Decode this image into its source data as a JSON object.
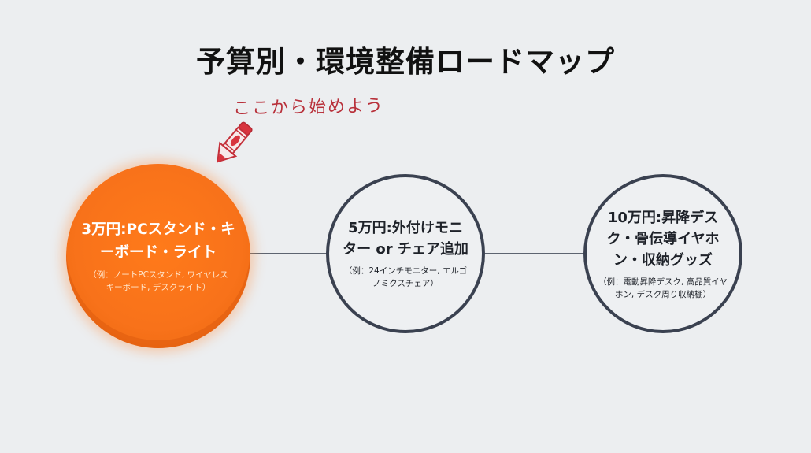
{
  "title": "予算別・環境整備ロードマップ",
  "annotation": {
    "text": "ここから始めよう",
    "icon": "crayon-arrow-icon",
    "color": "#b8303a"
  },
  "colors": {
    "background": "#eceef0",
    "accent_orange": "#f8721a",
    "outline": "#3a4150",
    "connector": "#5d6470"
  },
  "steps": [
    {
      "budget_label": "3万円:PCスタンド・キーボード・ライト",
      "example": "（例：ノートPCスタンド, ワイヤレスキーボード, デスクライト）",
      "style": "filled-orange"
    },
    {
      "budget_label": "5万円:外付けモニター or チェア追加",
      "example": "（例：24インチモニター, エルゴノミクスチェア）",
      "style": "outline"
    },
    {
      "budget_label": "10万円:昇降デスク・骨伝導イヤホン・収納グッズ",
      "example": "（例：電動昇降デスク, 高品質イヤホン, デスク周り収納棚）",
      "style": "outline"
    }
  ]
}
